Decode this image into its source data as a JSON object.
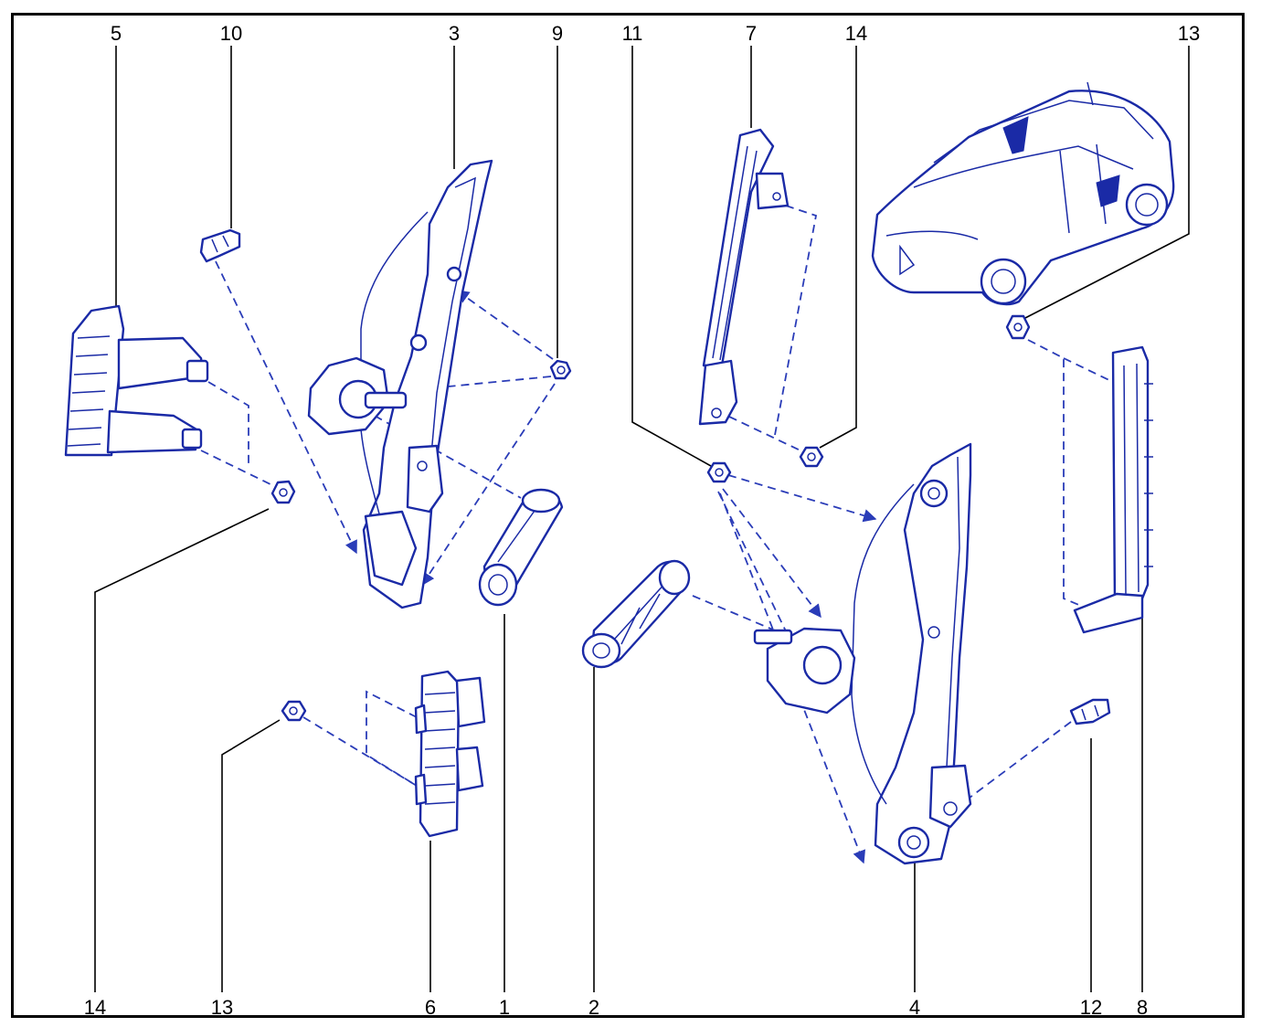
{
  "callouts": {
    "c5": "5",
    "c10": "10",
    "c3": "3",
    "c9": "9",
    "c11": "11",
    "c7": "7",
    "c14_top": "14",
    "c13_top": "13",
    "c14_bottom": "14",
    "c13_bottom": "13",
    "c6": "6",
    "c1": "1",
    "c2": "2",
    "c4": "4",
    "c12": "12",
    "c8": "8"
  },
  "colors": {
    "line_art": "#1a2aa6",
    "leader": "#000000",
    "frame": "#000000"
  },
  "icons": [
    "car-icon",
    "window-regulator-icon",
    "window-crank-handle-icon",
    "clip-icon",
    "nut-icon",
    "guide-rail-icon"
  ]
}
